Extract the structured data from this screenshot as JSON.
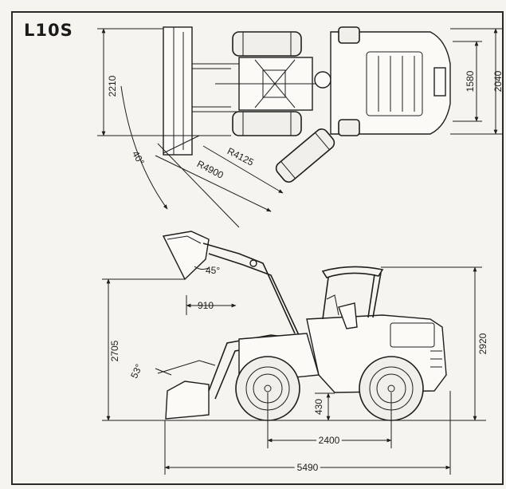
{
  "model": "L10S",
  "top_view": {
    "width_blade": "2210",
    "width_tyres": "1580",
    "width_overall": "2040",
    "angle": "40°",
    "radius_inner": "R4125",
    "radius_outer": "R4900"
  },
  "side_view": {
    "bucket_tilt_top": "45°",
    "reach": "910",
    "dump_height": "2705",
    "bucket_rollback": "53°",
    "overall_height": "2920",
    "ground_clearance": "430",
    "wheelbase": "2400",
    "overall_length": "5490"
  }
}
